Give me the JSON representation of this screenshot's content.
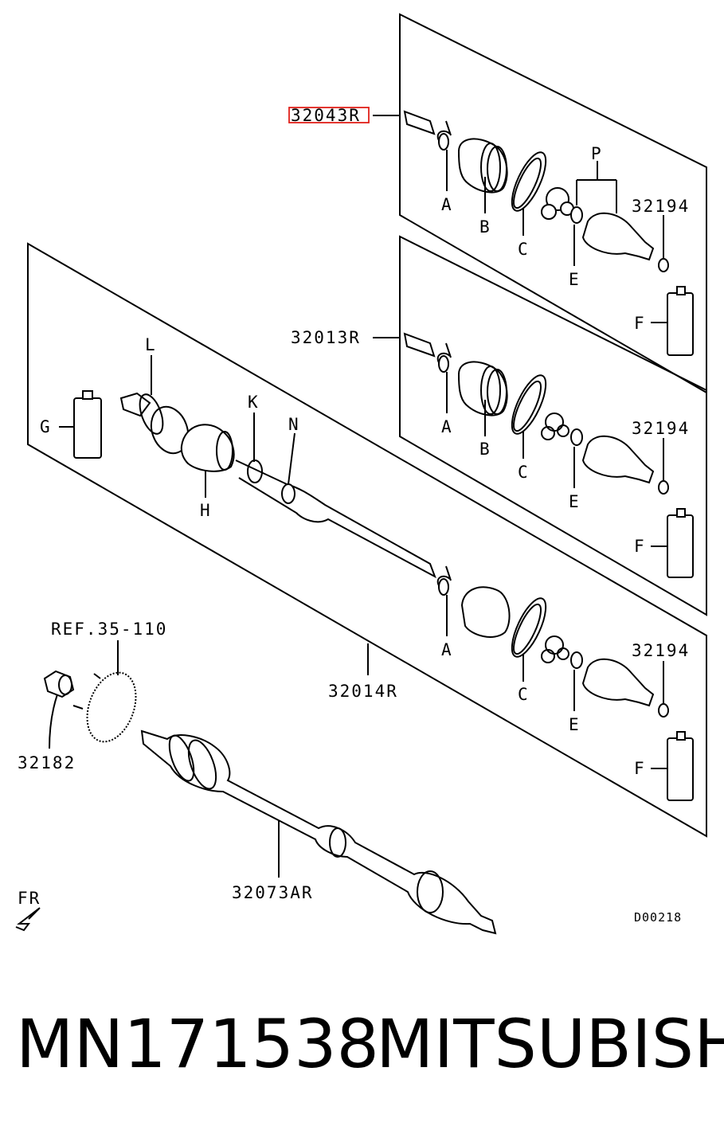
{
  "labels": {
    "highlighted_part": "32043R",
    "assembly_inner_alt": "32013R",
    "assembly_inner_right": "32014R",
    "drive_shaft": "32073AR",
    "circlip": "32194",
    "hub_nut": "32182",
    "ref_hub": "REF.35-110",
    "callout_a": "A",
    "callout_b": "B",
    "callout_c": "C",
    "callout_e": "E",
    "callout_f": "F",
    "callout_g": "G",
    "callout_h": "H",
    "callout_k": "K",
    "callout_l": "L",
    "callout_n": "N",
    "callout_p": "P",
    "front_marker": "FR",
    "diagram_code": "D00218"
  },
  "caption": {
    "part_number": "MN171538",
    "brand": "MITSUBISHI"
  },
  "colors": {
    "highlight": "#e0201a",
    "ink": "#000000",
    "background": "#ffffff"
  }
}
